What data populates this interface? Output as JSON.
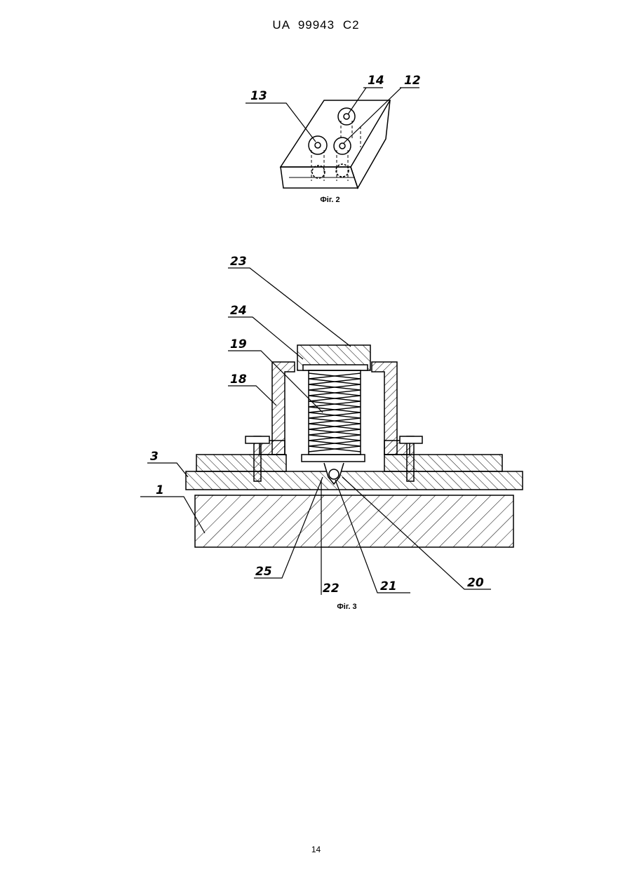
{
  "document": {
    "header": "UA 99943 C2",
    "page_number": "14"
  },
  "figure2": {
    "caption": "Фіг. 2",
    "labels": {
      "l13": "13",
      "l14": "14",
      "l12": "12"
    }
  },
  "figure3": {
    "caption": "Фіг. 3",
    "labels": {
      "l23": "23",
      "l24": "24",
      "l19": "19",
      "l18": "18",
      "l3": "3",
      "l1": "1",
      "l25": "25",
      "l22": "22",
      "l21": "21",
      "l20": "20"
    }
  }
}
